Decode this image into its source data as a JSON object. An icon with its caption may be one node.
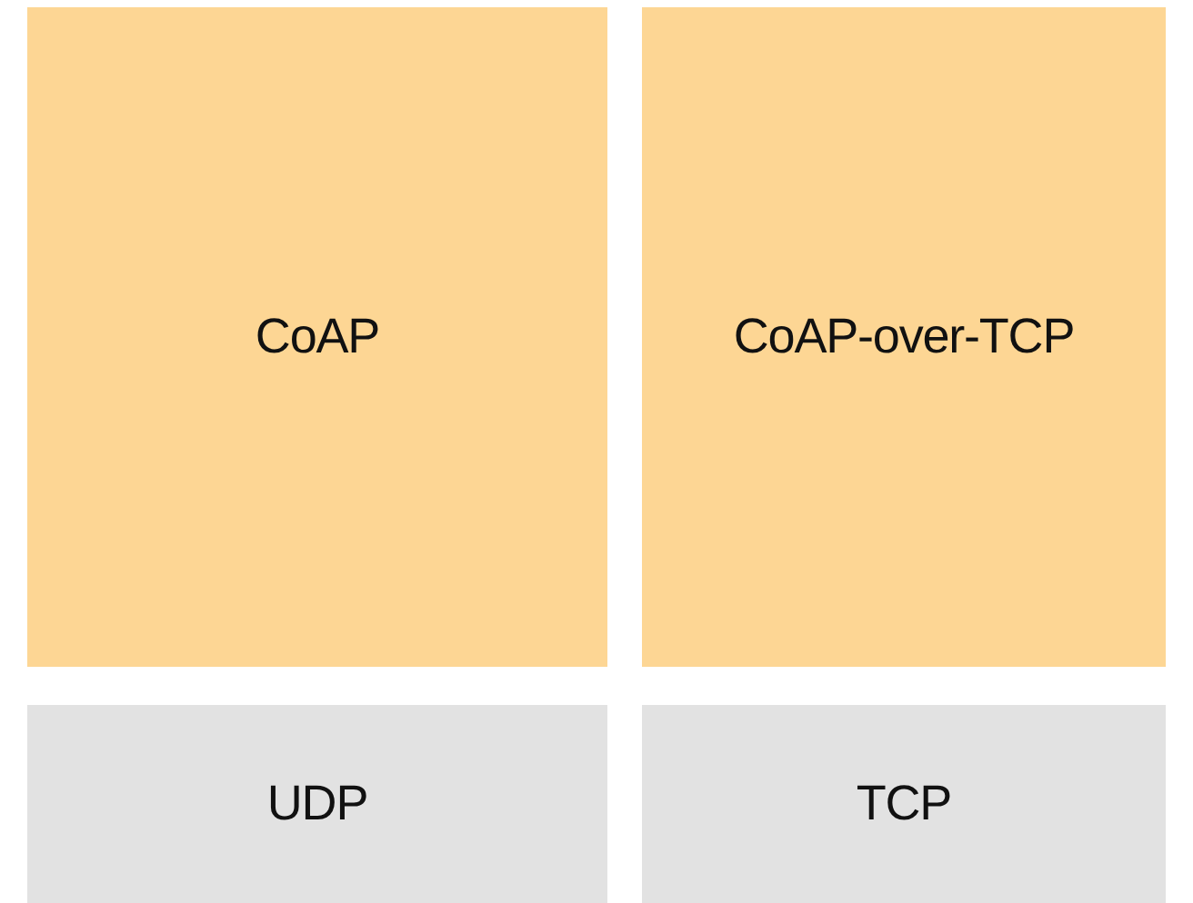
{
  "diagram": {
    "nodes": [
      {
        "text": [
          "CoAP"
        ]
      },
      {
        "text": [
          "CoAP-over-TCP"
        ]
      },
      {
        "text": [
          "UDP"
        ]
      },
      {
        "text": [
          "TCP"
        ]
      }
    ]
  }
}
